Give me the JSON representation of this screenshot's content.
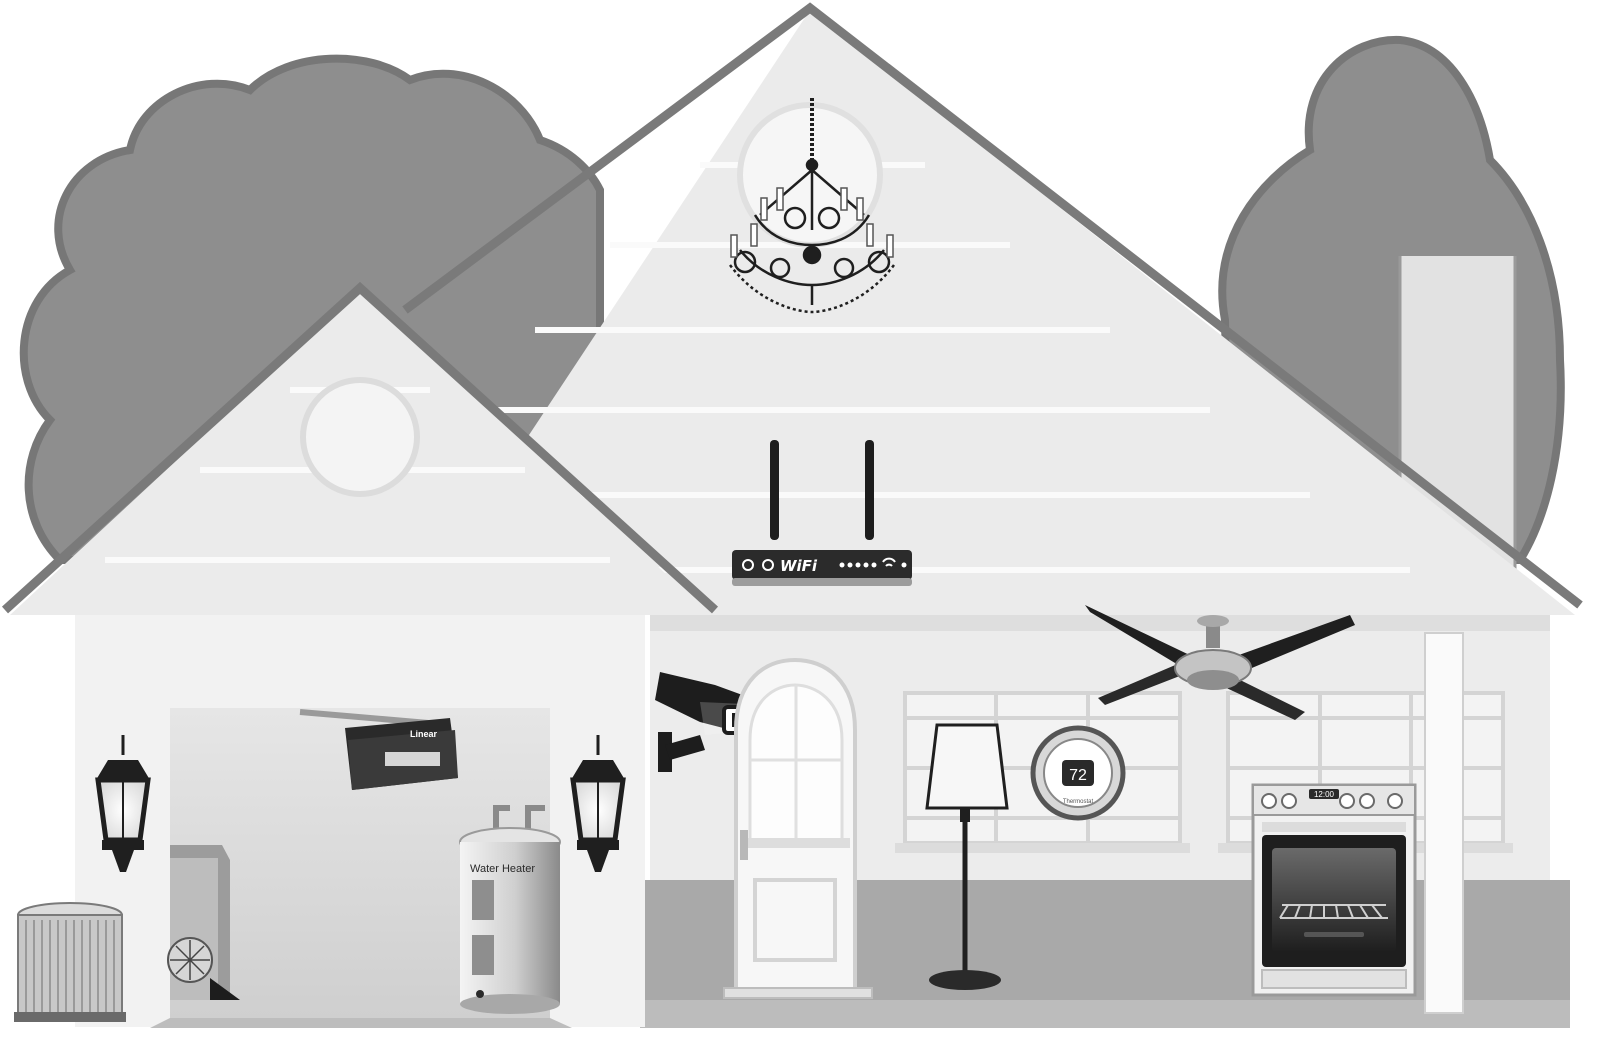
{
  "scene": {
    "devices": [
      {
        "id": "chandelier",
        "name": "chandelier-icon"
      },
      {
        "id": "router",
        "name": "wifi-router-icon"
      },
      {
        "id": "ceiling_fan",
        "name": "ceiling-fan-icon"
      },
      {
        "id": "security_camera",
        "name": "security-camera-icon"
      },
      {
        "id": "garage_opener",
        "name": "garage-door-opener-icon"
      },
      {
        "id": "water_heater",
        "name": "water-heater-icon"
      },
      {
        "id": "furnace",
        "name": "furnace-icon"
      },
      {
        "id": "ac_unit",
        "name": "air-conditioner-icon"
      },
      {
        "id": "wall_lantern_left",
        "name": "wall-lantern-icon"
      },
      {
        "id": "wall_lantern_right",
        "name": "wall-lantern-icon"
      },
      {
        "id": "floor_lamp",
        "name": "floor-lamp-icon"
      },
      {
        "id": "thermostat",
        "name": "thermostat-icon"
      },
      {
        "id": "oven",
        "name": "oven-range-icon"
      },
      {
        "id": "front_door",
        "name": "front-door-icon"
      }
    ]
  },
  "labels": {
    "wifi": "WiFi",
    "water_heater": "Water Heater",
    "opener_brand": "Linear",
    "thermostat_temp": "72",
    "thermostat_word": "Thermostat",
    "oven_clock": "12:00"
  },
  "colors": {
    "tree": "#8e8e8e",
    "tree_edge": "#777777",
    "roof_line": "#7a7a7a",
    "gable": "#ebebeb",
    "wall": "#f0f0f0",
    "garage_interior": "#d8d8d8",
    "floor": "#a9a9a9",
    "device_dark": "#2a2a2a"
  }
}
